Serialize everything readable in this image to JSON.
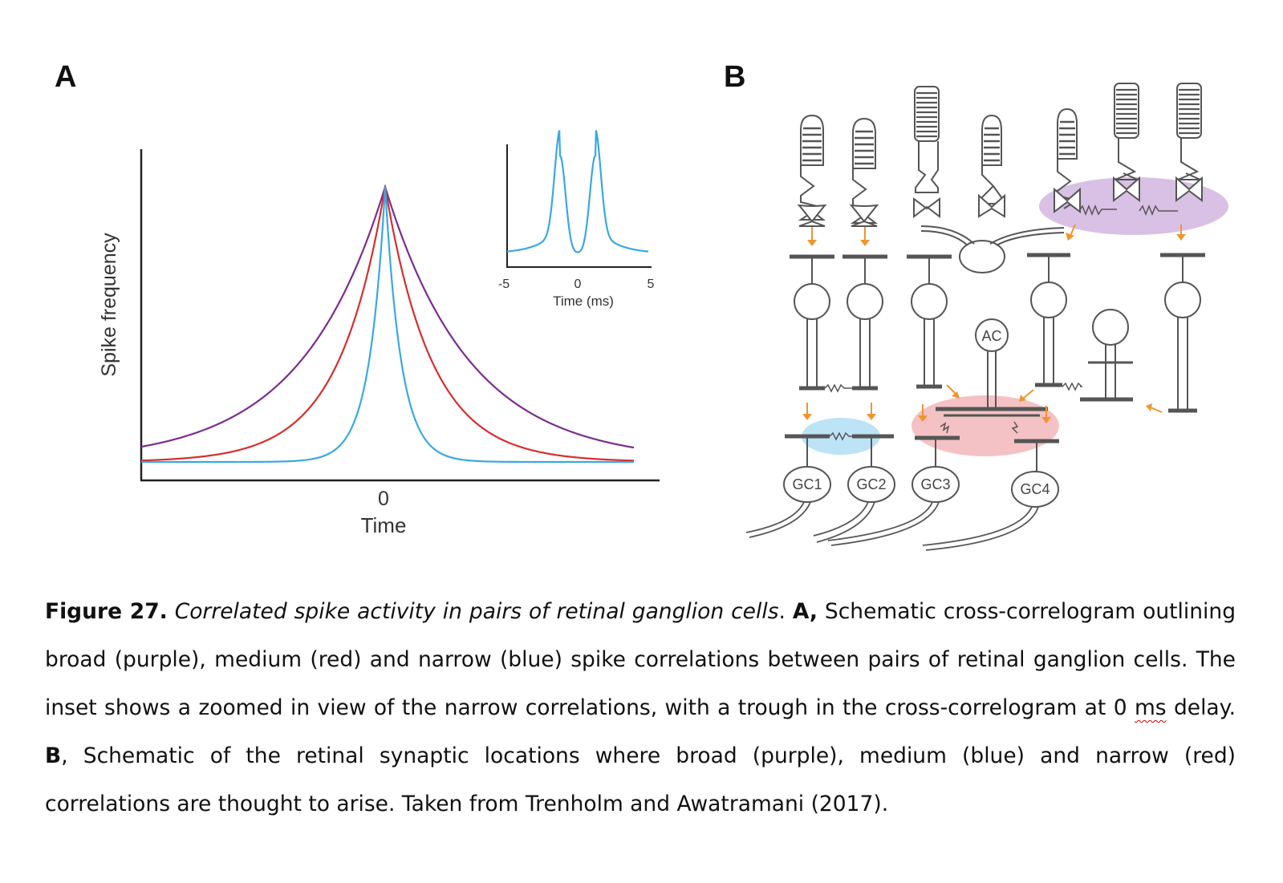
{
  "panels": {
    "a_label": "A",
    "b_label": "B"
  },
  "chart_data": {
    "type": "line",
    "xlabel": "Time",
    "ylabel": "Spike frequency",
    "x_ticks": [
      "0"
    ],
    "grid": false,
    "series": [
      {
        "color": "#7b2d8e",
        "shape": "broad exponential peak centred on 0"
      },
      {
        "color": "#d62e2e",
        "shape": "medium exponential peak centred on 0"
      },
      {
        "color": "#3aa8e0",
        "shape": "narrow exponential peak centred on 0"
      }
    ],
    "inset": {
      "type": "line",
      "xlabel": "Time (ms)",
      "x_ticks": [
        "-5",
        "0",
        "5"
      ],
      "xlim": [
        -5,
        5
      ],
      "color": "#3aa8e0",
      "shape": "two peaks at about -1.2 ms and +1.2 ms with a trough at 0 ms"
    }
  },
  "diagram": {
    "cell_labels": [
      "AC",
      "GC1",
      "GC2",
      "GC3",
      "GC4"
    ],
    "colors": {
      "purple_zone": "#b98ccf",
      "blue_zone": "#8fd0f0",
      "red_zone": "#eb8f93",
      "arrow": "#f0952e",
      "stroke": "#555555"
    }
  },
  "caption": {
    "figure_number": "Figure 27.",
    "title": "Correlated spike activity in pairs of retinal ganglion cells",
    "period": ". ",
    "label_a": "A,",
    "text_a1": " Schematic cross-correlogram outlining broad (purple), medium (red) and narrow (blue) spike correlations between pairs of retinal ganglion cells. The inset shows a zoomed in view of the narrow correlations, with a trough in the cross-correlogram at 0 ",
    "unit_ms": "ms",
    "text_a2": " delay. ",
    "label_b": "B",
    "text_b": ", Schematic of the retinal synaptic locations where broad (purple), medium (blue) and narrow (red) correlations are thought to arise. Taken from Trenholm and Awatramani (2017)."
  }
}
